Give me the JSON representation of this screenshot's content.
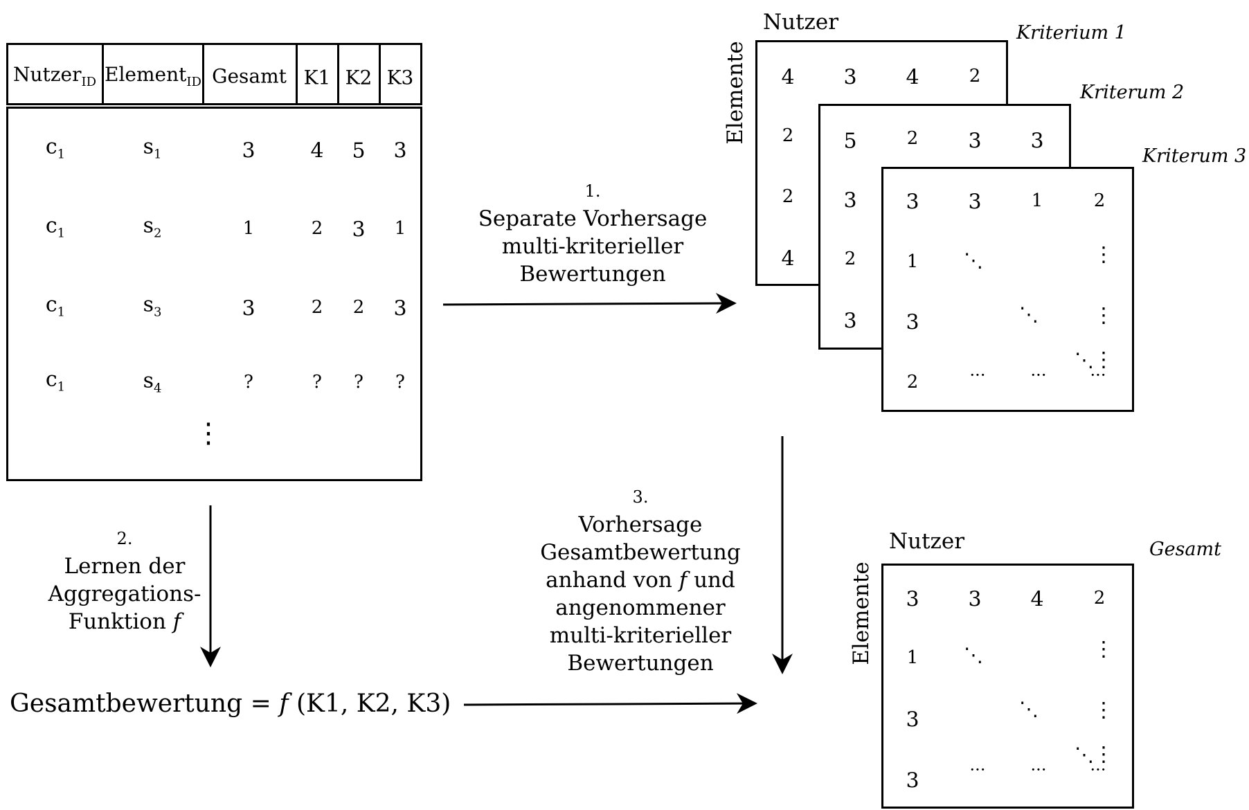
{
  "table": {
    "headers": {
      "user": "Nutzer",
      "user_sub": "ID",
      "element": "Element",
      "element_sub": "ID",
      "total": "Gesamt",
      "k1": "K1",
      "k2": "K2",
      "k3": "K3"
    },
    "rows": [
      {
        "user": "c",
        "user_sub": "1",
        "item": "s",
        "item_sub": "1",
        "total": "3",
        "k1": "4",
        "k2": "5",
        "k3": "3"
      },
      {
        "user": "c",
        "user_sub": "1",
        "item": "s",
        "item_sub": "2",
        "total": "1",
        "k1": "2",
        "k2": "3",
        "k3": "1"
      },
      {
        "user": "c",
        "user_sub": "1",
        "item": "s",
        "item_sub": "3",
        "total": "3",
        "k1": "2",
        "k2": "2",
        "k3": "3"
      },
      {
        "user": "c",
        "user_sub": "1",
        "item": "s",
        "item_sub": "4",
        "total": "?",
        "k1": "?",
        "k2": "?",
        "k3": "?"
      }
    ],
    "continuation": "⋮"
  },
  "step1": {
    "num": "1.",
    "line1": "Separate Vorhersage",
    "line2": "multi-kriterieller",
    "line3": "Bewertungen"
  },
  "step2": {
    "num": "2.",
    "line1": "Lernen der",
    "line2": "Aggregations-",
    "line3": "Funktion",
    "f": "f"
  },
  "step3": {
    "num": "3.",
    "line1": "Vorhersage",
    "line2": "Gesamtbewertung",
    "line3a": "anhand von",
    "f": "f",
    "line3b": "und",
    "line4": "angenommener",
    "line5": "multi-kriterieller",
    "line6": "Bewertungen"
  },
  "formula": {
    "left": "Gesamtbewertung =",
    "f": "f",
    "args": "(K1, K2, K3)"
  },
  "matrices": {
    "users_label": "Nutzer",
    "items_label": "Elemente",
    "crit1": {
      "title": "Kriterium 1",
      "row1": [
        "4",
        "3",
        "4",
        "2"
      ],
      "col1": [
        "2",
        "2",
        "4"
      ]
    },
    "crit2": {
      "title": "Kriterum 2",
      "row1": [
        "5",
        "2",
        "3",
        "3"
      ],
      "col1": [
        "3",
        "2",
        "3"
      ]
    },
    "crit3": {
      "title": "Kriterum 3",
      "row1": [
        "3",
        "3",
        "1",
        "2"
      ],
      "col1": [
        "1",
        "3",
        "2"
      ]
    },
    "total": {
      "title": "Gesamt",
      "row1": [
        "3",
        "3",
        "4",
        "2"
      ],
      "col1": [
        "1",
        "3",
        "3"
      ]
    },
    "dots_h": "···",
    "dots_v": "⋮",
    "dots_d": "⋱"
  }
}
